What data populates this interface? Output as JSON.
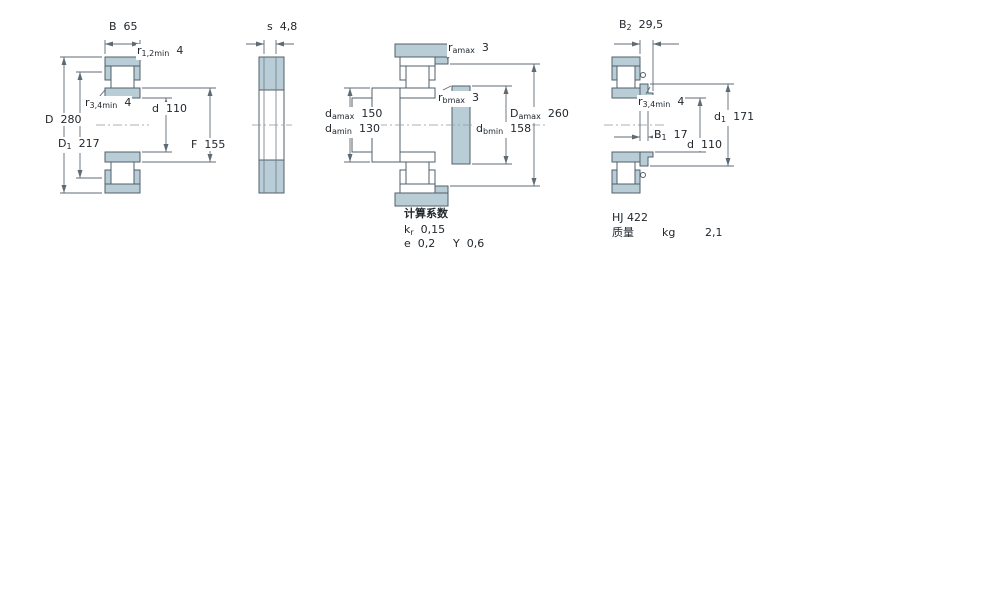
{
  "colors": {
    "section_fill": "#b9cdd7",
    "outline": "#51606b",
    "dimension_line": "#5f6b74",
    "text": "#21282e"
  },
  "drawing1": {
    "dims": {
      "B": {
        "sym": "B",
        "val": "65"
      },
      "r12": {
        "sym": "r",
        "sub": "1,2min",
        "val": "4"
      },
      "r34": {
        "sym": "r",
        "sub": "3,4min",
        "val": "4"
      },
      "D": {
        "sym": "D",
        "val": "280"
      },
      "D1": {
        "sym": "D",
        "sub": "1",
        "val": "217"
      },
      "d": {
        "sym": "d",
        "val": "110"
      },
      "F": {
        "sym": "F",
        "val": "155"
      }
    }
  },
  "drawing2": {
    "dims": {
      "s": {
        "sym": "s",
        "val": "4,8"
      }
    }
  },
  "drawing3": {
    "dims": {
      "ra": {
        "sym": "r",
        "sub": "amax",
        "val": "3"
      },
      "rb": {
        "sym": "r",
        "sub": "bmax",
        "val": "3"
      },
      "damax": {
        "sym": "d",
        "sub": "amax",
        "val": "150"
      },
      "damin": {
        "sym": "d",
        "sub": "amin",
        "val": "130"
      },
      "Damax": {
        "sym": "D",
        "sub": "amax",
        "val": "260"
      },
      "dbmin": {
        "sym": "d",
        "sub": "bmin",
        "val": "158"
      }
    },
    "factors": {
      "title": "计算系数",
      "kr": {
        "sym": "k",
        "sub": "r",
        "val": "0,15"
      },
      "e": {
        "sym": "e",
        "val": "0,2"
      },
      "Y": {
        "sym": "Y",
        "val": "0,6"
      }
    }
  },
  "drawing4": {
    "dims": {
      "B2": {
        "sym": "B",
        "sub": "2",
        "val": "29,5"
      },
      "r34": {
        "sym": "r",
        "sub": "3,4min",
        "val": "4"
      },
      "B1": {
        "sym": "B",
        "sub": "1",
        "val": "17"
      },
      "d1": {
        "sym": "d",
        "sub": "1",
        "val": "171"
      },
      "d": {
        "sym": "d",
        "val": "110"
      }
    },
    "ring": {
      "designation": "HJ 422",
      "mass_label": "质量",
      "mass_unit": "kg",
      "mass_value": "2,1"
    }
  }
}
